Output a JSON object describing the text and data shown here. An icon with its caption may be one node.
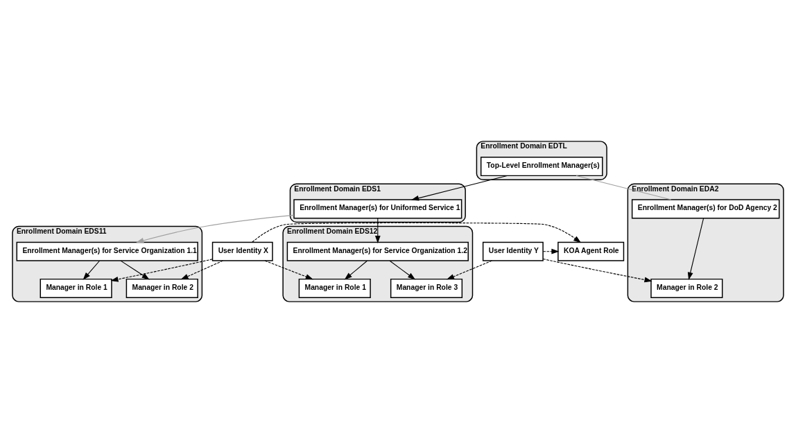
{
  "diagram": {
    "nodes": [
      {
        "text": [
          "Enrollment Domain EDTL"
        ]
      },
      {
        "text": [
          "Top-Level Enrollment Manager(s)"
        ],
        "in": 0
      },
      {
        "text": [
          "Enrollment Domain EDS1"
        ]
      },
      {
        "text": [
          "Enrollment Manager(s) for Uniformed Service 1"
        ],
        "in": 2
      },
      {
        "text": [
          "Enrollment Domain EDA2"
        ]
      },
      {
        "text": [
          "Enrollment Manager(s) for DoD Agency 2"
        ],
        "in": 4
      },
      {
        "text": [
          "Manager in Role 2"
        ],
        "in": 4
      },
      {
        "text": [
          "Enrollment Domain EDS11"
        ]
      },
      {
        "text": [
          "Enrollment Manager(s) for Service Organization 1.1"
        ],
        "in": 7
      },
      {
        "text": [
          "Manager in Role 1"
        ],
        "in": 7
      },
      {
        "text": [
          "Manager in Role 2"
        ],
        "in": 7
      },
      {
        "text": [
          "Enrollment Domain EDS12"
        ]
      },
      {
        "text": [
          "Enrollment Manager(s) for Service Organization 1.2"
        ],
        "in": 11
      },
      {
        "text": [
          "Manager in Role 1"
        ],
        "in": 11
      },
      {
        "text": [
          "Manager in Role 3"
        ],
        "in": 11
      },
      {
        "text": [
          "User Identity X"
        ]
      },
      {
        "text": [
          "KOA Agent Role"
        ]
      },
      {
        "text": [
          "User Identity Y"
        ]
      }
    ],
    "edges": [
      {
        "from": 1,
        "to": 3,
        "arrow": "to"
      },
      {
        "from": 1,
        "to": 5,
        "arrow": "none",
        "color": "#a0a0a0"
      },
      {
        "from": 3,
        "to": 8,
        "arrow": "to",
        "color": "#a0a0a0"
      },
      {
        "from": 3,
        "to": 12,
        "arrow": "to"
      },
      {
        "from": 5,
        "to": 6,
        "arrow": "to"
      },
      {
        "from": 8,
        "to": 9,
        "arrow": "to"
      },
      {
        "from": 8,
        "to": 10,
        "arrow": "to"
      },
      {
        "from": 12,
        "to": 13,
        "arrow": "to"
      },
      {
        "from": 12,
        "to": 14,
        "arrow": "to"
      },
      {
        "from": 15,
        "to": 9,
        "arrow": "to",
        "style": "dashed"
      },
      {
        "from": 15,
        "to": 10,
        "arrow": "to",
        "style": "dashed"
      },
      {
        "from": 15,
        "to": 13,
        "arrow": "to",
        "style": "dashed"
      },
      {
        "from": 15,
        "to": 16,
        "arrow": "to",
        "style": "dashed"
      },
      {
        "from": 17,
        "to": 16,
        "arrow": "to",
        "style": "dashed"
      },
      {
        "from": 17,
        "to": 14,
        "arrow": "to",
        "style": "dashed"
      },
      {
        "from": 17,
        "to": 6,
        "arrow": "to",
        "style": "dashed"
      }
    ]
  }
}
